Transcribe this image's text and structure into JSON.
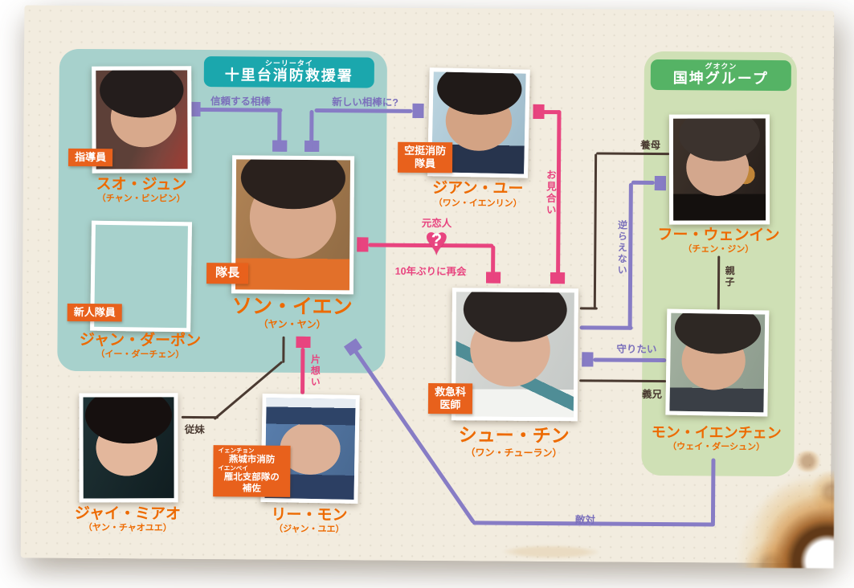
{
  "groups": {
    "fire_station": {
      "ruby": "シーリータイ",
      "name": "十里台消防救援署"
    },
    "guokun": {
      "ruby": "グオクン",
      "name": "国坤グループ"
    }
  },
  "characters": [
    {
      "name": "スオ・ジュン",
      "actor": "（チャン・ビンビン）",
      "tag": "指導員"
    },
    {
      "name": "ジャン・ダーポン",
      "actor": "（イー・ダーチェン）",
      "tag": "新人隊員"
    },
    {
      "name": "ソン・イエン",
      "actor": "（ヤン・ヤン）",
      "tag": "隊長"
    },
    {
      "name": "ジアン・ユー",
      "actor": "（ワン・イエンリン）",
      "tag_lines": [
        "空挺消防",
        "隊員"
      ]
    },
    {
      "name": "シュー・チン",
      "actor": "（ワン・チューラン）",
      "tag_lines": [
        "救急科",
        "医師"
      ]
    },
    {
      "name": "ジャイ・ミアオ",
      "actor": "（ヤン・チャオユエ）"
    },
    {
      "name": "リー・モン",
      "actor": "（ジャン・ユエ）",
      "tag_parts": {
        "ruby1": "イェンチョン",
        "line1": "燕城市消防",
        "ruby2": "イエンベイ",
        "line2": "雁北支部隊の",
        "line3": "補佐"
      }
    },
    {
      "name": "フー・ウェンイン",
      "actor": "（チェン・ジン）"
    },
    {
      "name": "モン・イエンチェン",
      "actor": "（ウェイ・ダーシュン）"
    }
  ],
  "relations": {
    "trusted_partner": "信頼する相棒",
    "new_partner": "新しい相棒に?",
    "ex_lovers": "元恋人",
    "reunited": "10年ぶりに再会",
    "heart_mark": "?",
    "omiai": "お見合い",
    "adoptive_mother": "養母",
    "cannot_disobey": "逆らえない",
    "want_to_protect": "守りたい",
    "brother_in_law": "義兄",
    "parent_child": "親子",
    "cousin": "従妹",
    "unrequited_love": "片想い",
    "hostility": "敵対"
  },
  "colors": {
    "orange": "#e8611c",
    "name_orange": "#ed6a00",
    "pink": "#e8447f",
    "purple": "#877cc5",
    "dark_line": "#4a3a31",
    "teal_panel": "#a7d1cc",
    "teal_badge": "#1ba7ad",
    "green_panel": "#cfe0b5",
    "green_badge": "#55b365",
    "paper": "#f2ecdf"
  }
}
